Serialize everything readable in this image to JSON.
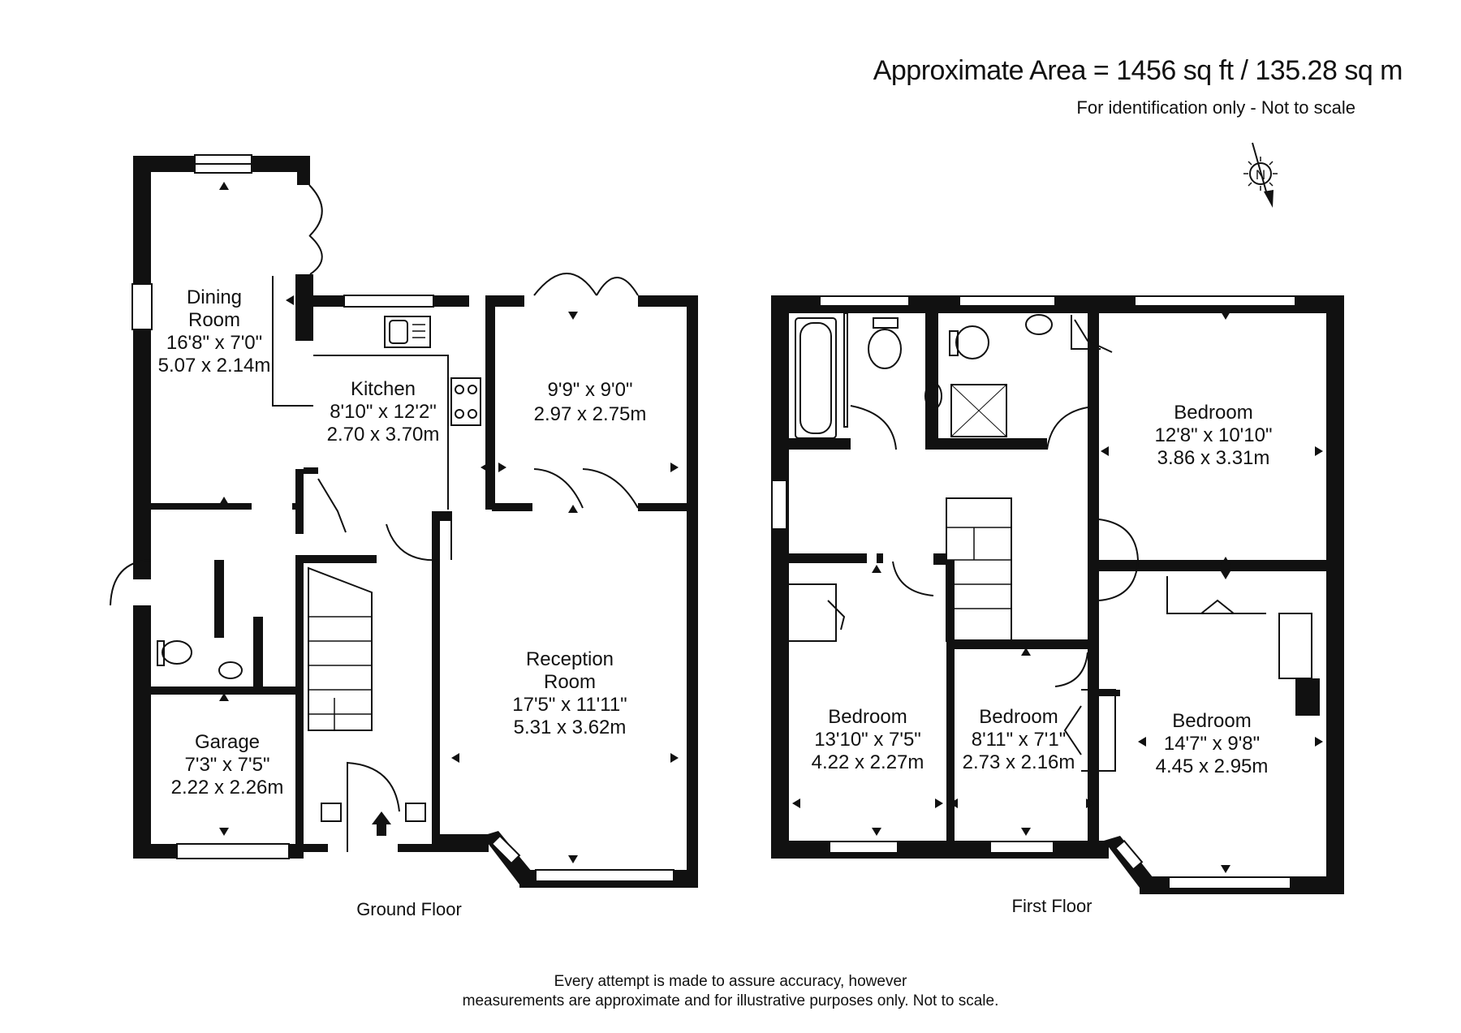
{
  "header": {
    "area": "Approximate Area = 1456 sq ft / 135.28 sq m",
    "note": "For identification only - Not to scale"
  },
  "compass": {
    "letter": "N",
    "icon": "north-compass-icon"
  },
  "ground_floor": {
    "label": "Ground Floor",
    "rooms": {
      "dining": {
        "name1": "Dining",
        "name2": "Room",
        "imperial": "16'8\" x 7'0\"",
        "metric": "5.07 x 2.14m"
      },
      "kitchen": {
        "name": "Kitchen",
        "imperial": "8'10\" x 12'2\"",
        "metric": "2.70 x 3.70m"
      },
      "study": {
        "imperial": "9'9\" x 9'0\"",
        "metric": "2.97 x 2.75m"
      },
      "reception": {
        "name1": "Reception",
        "name2": "Room",
        "imperial": "17'5\" x 11'11\"",
        "metric": "5.31 x 3.62m"
      },
      "garage": {
        "name": "Garage",
        "imperial": "7'3\" x 7'5\"",
        "metric": "2.22 x 2.26m"
      }
    }
  },
  "first_floor": {
    "label": "First Floor",
    "rooms": {
      "bedroom_rear_right": {
        "name": "Bedroom",
        "imperial": "12'8\" x 10'10\"",
        "metric": "3.86 x 3.31m"
      },
      "bedroom_front_left": {
        "name": "Bedroom",
        "imperial": "13'10\" x 7'5\"",
        "metric": "4.22 x 2.27m"
      },
      "bedroom_front_middle": {
        "name": "Bedroom",
        "imperial": "8'11\" x 7'1\"",
        "metric": "2.73 x 2.16m"
      },
      "bedroom_front_right": {
        "name": "Bedroom",
        "imperial": "14'7\" x 9'8\"",
        "metric": "4.45 x 2.95m"
      }
    }
  },
  "footer": {
    "line1": "Every attempt is made to assure accuracy, however",
    "line2": "measurements are approximate and for illustrative purposes only. Not to scale."
  }
}
